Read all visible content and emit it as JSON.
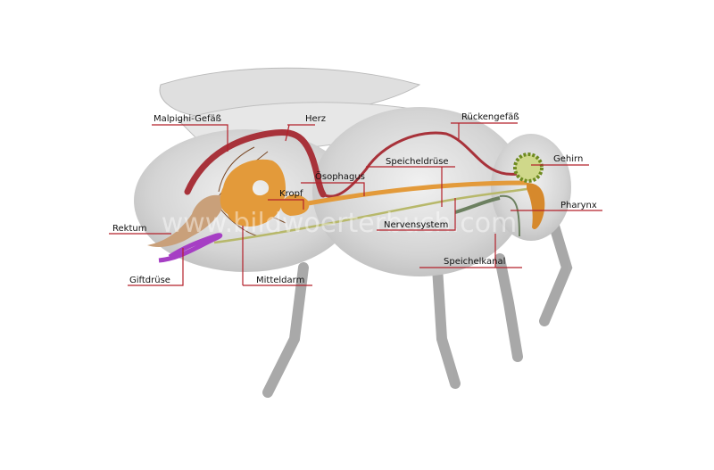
{
  "labels": {
    "malpighi": "Malpighi-Gefäß",
    "herz": "Herz",
    "rueckengefaess": "Rückengefäß",
    "gehirn": "Gehirn",
    "speicheldruese": "Speicheldrüse",
    "oesophagus": "Ösophagus",
    "kropf": "Kropf",
    "pharynx": "Pharynx",
    "rektum": "Rektum",
    "nervensystem": "Nervensystem",
    "speichelkanal": "Speichelkanal",
    "giftdruese": "Giftdrüse",
    "mitteldarm": "Mitteldarm"
  },
  "watermark": "www.bildwoerterbuch.com",
  "colors": {
    "leader": "#b3212b",
    "heart": "#a8323a",
    "gut": "#e39a3a",
    "rectum": "#c9a07a",
    "venom": "#a63fc4",
    "nerve": "#b7b86a",
    "brain": "#8aa23a",
    "body": "#cfcfcf"
  }
}
